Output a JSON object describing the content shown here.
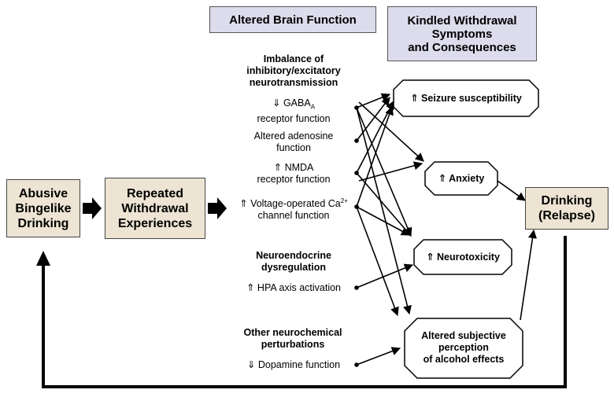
{
  "headers": {
    "brain_function": "Altered Brain Function",
    "kindled_line1": "Kindled Withdrawal",
    "kindled_line2": "Symptoms",
    "kindled_line3": "and Consequences"
  },
  "stages": {
    "abusive_line1": "Abusive",
    "abusive_line2": "Bingelike",
    "abusive_line3": "Drinking",
    "withdrawal_line1": "Repeated",
    "withdrawal_line2": "Withdrawal",
    "withdrawal_line3": "Experiences",
    "relapse_line1": "Drinking",
    "relapse_line2": "(Relapse)"
  },
  "mechanisms": {
    "imbalance_line1": "Imbalance of",
    "imbalance_line2": "inhibitory/excitatory",
    "imbalance_line3": "neurotransmission",
    "gaba_arrow": "⇓",
    "gaba_name": "GABA",
    "gaba_subscript": "A",
    "gaba_line2": "receptor function",
    "adenosine_line1": "Altered adenosine",
    "adenosine_line2": "function",
    "nmda_arrow": "⇑",
    "nmda_name": "NMDA",
    "nmda_line2": "receptor function",
    "calcium_arrow": "⇑",
    "calcium_name": "Voltage-operated Ca",
    "calcium_superscript": "2+",
    "calcium_line2": "channel function",
    "neuroendocrine_line1": "Neuroendocrine",
    "neuroendocrine_line2": "dysregulation",
    "hpa": "⇑ HPA axis activation",
    "other_line1": "Other neurochemical",
    "other_line2": "perturbations",
    "dopamine": "⇓ Dopamine function"
  },
  "consequences": {
    "seizure": "⇑ Seizure susceptibility",
    "anxiety": "⇑ Anxiety",
    "neurotoxicity": "⇑ Neurotoxicity",
    "perception_line1": "Altered subjective",
    "perception_line2": "perception",
    "perception_line3": "of alcohol effects"
  }
}
